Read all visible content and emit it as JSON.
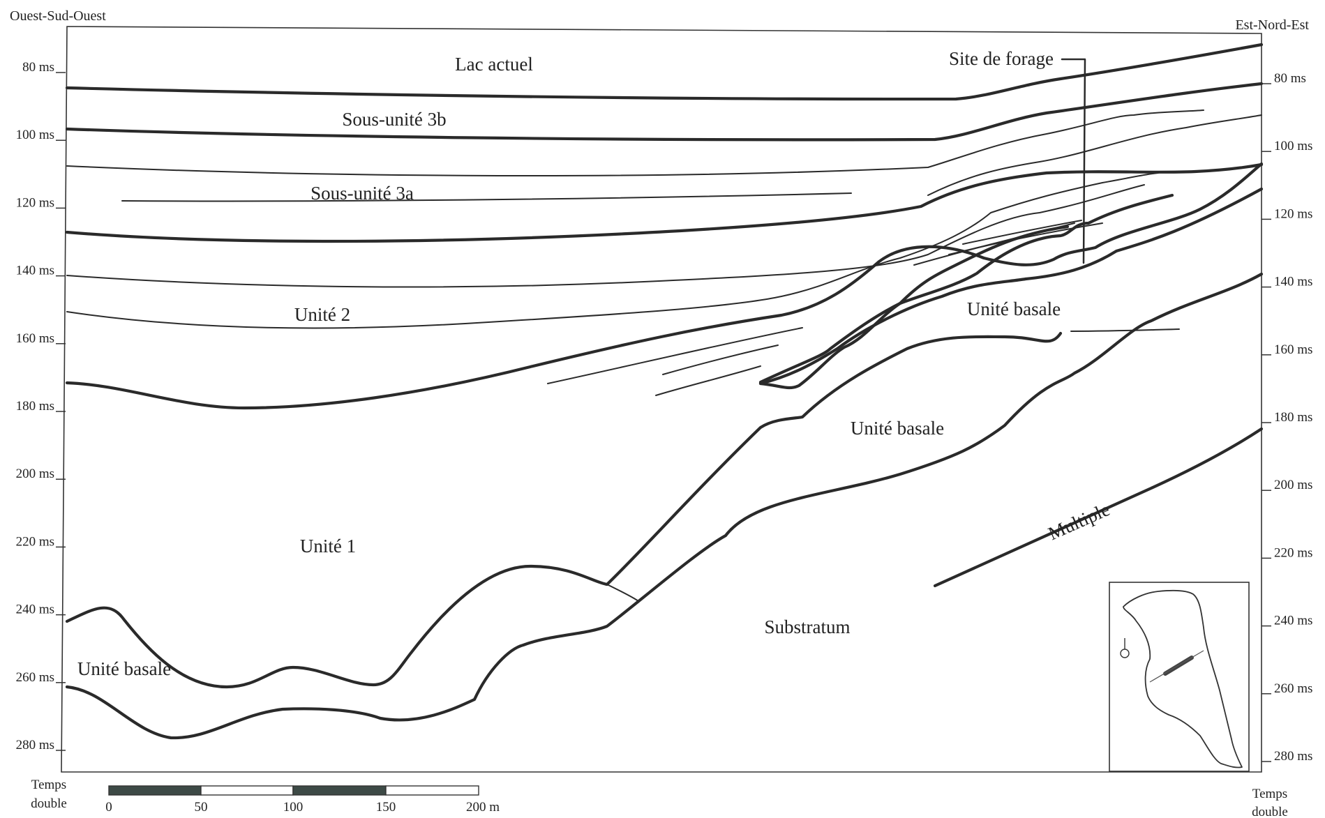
{
  "orientation": {
    "west": "Ouest-Sud-Ouest",
    "east": "Est-Nord-Est"
  },
  "axis": {
    "left_ticks": [
      "80 ms",
      "100 ms",
      "120 ms",
      "140 ms",
      "160 ms",
      "180 ms",
      "200 ms",
      "220 ms",
      "240 ms",
      "260 ms",
      "280 ms"
    ],
    "right_ticks": [
      "80 ms",
      "100 ms",
      "120 ms",
      "140 ms",
      "160 ms",
      "180 ms",
      "200 ms",
      "220 ms",
      "240 ms",
      "260 ms",
      "280 ms"
    ],
    "label_line1": "Temps",
    "label_line2": "double"
  },
  "units": {
    "lac_actuel": "Lac actuel",
    "sous_unite_3b": "Sous-unité 3b",
    "sous_unite_3a": "Sous-unité 3a",
    "unite_2": "Unité 2",
    "unite_1": "Unité 1",
    "unite_basale_left": "Unité basale",
    "unite_basale_upper": "Unité basale",
    "unite_basale_middle": "Unité basale",
    "substratum": "Substratum",
    "multiple": "Multiple",
    "site_de_forage": "Site de forage"
  },
  "scale_bar": {
    "ticks": [
      "0",
      "50",
      "100",
      "150",
      "200 m"
    ],
    "fill_pattern": [
      "#3d4a46",
      "#ffffff",
      "#3d4a46",
      "#ffffff"
    ]
  },
  "colors": {
    "line": "#2a2a2a",
    "scale_dark": "#3d4a46"
  }
}
